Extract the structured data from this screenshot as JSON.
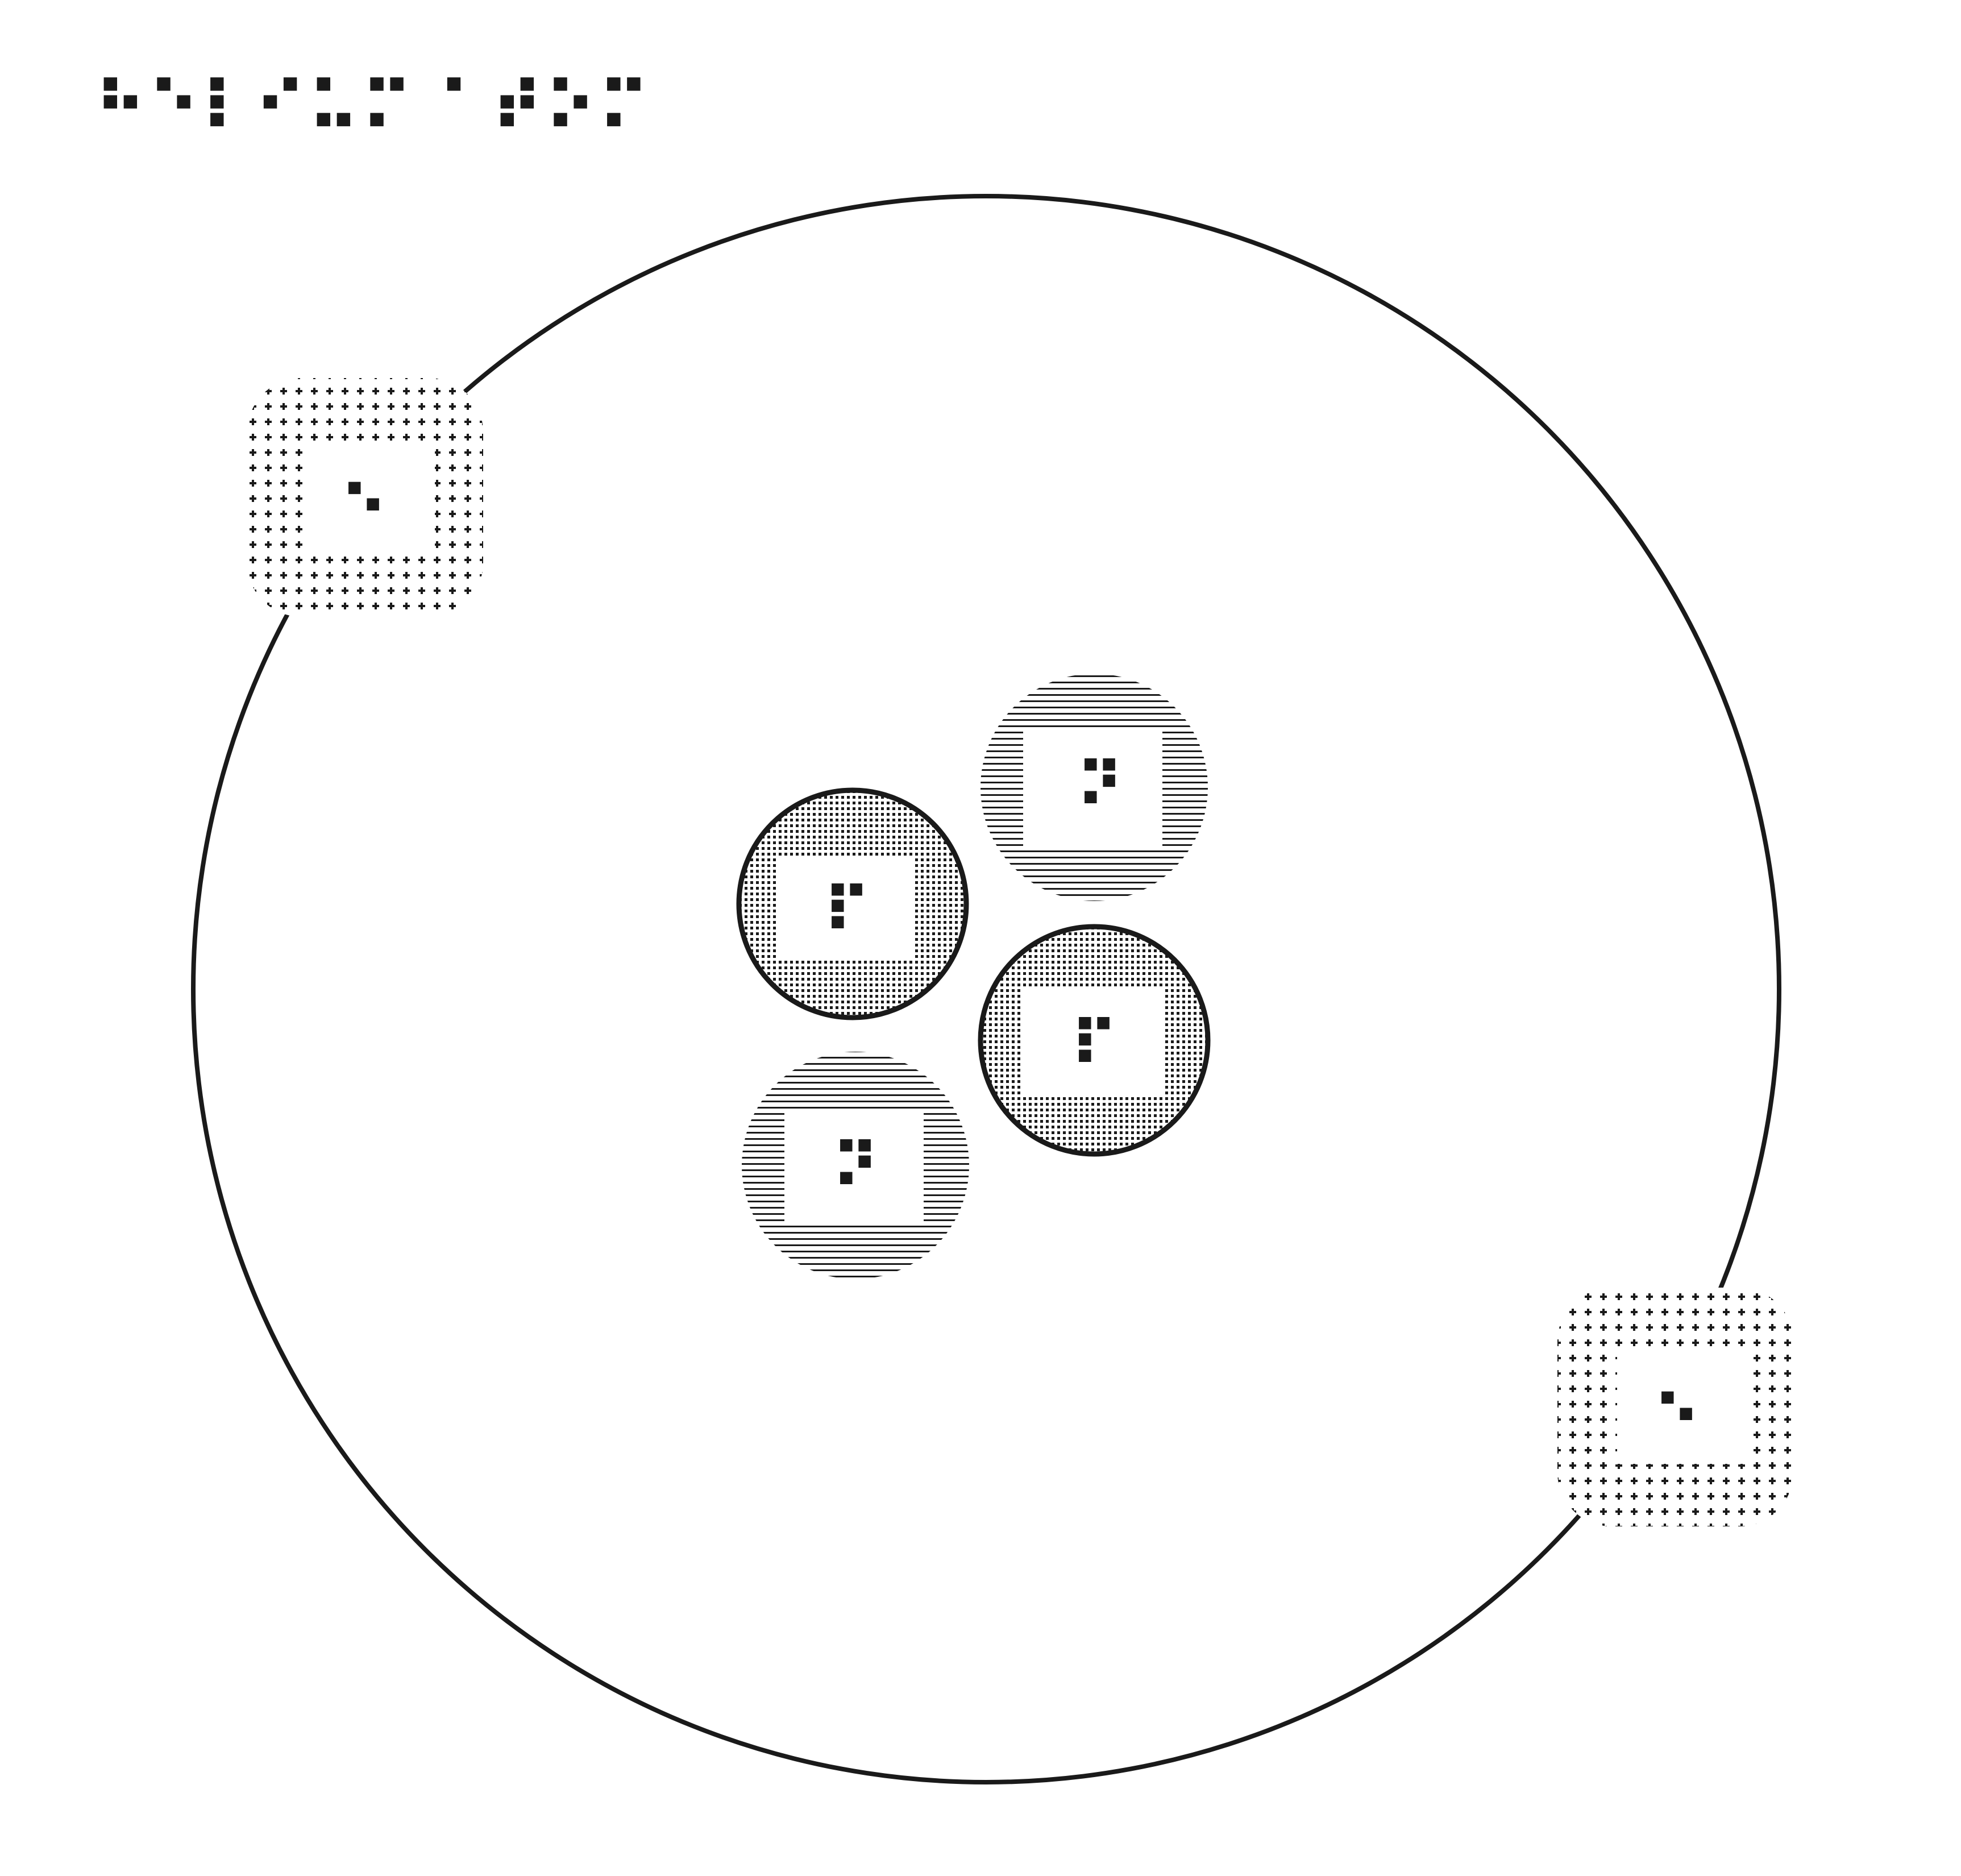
{
  "title": "⠓⠑⠇⠊⠥⠍ ⠁⠞⠕⠍",
  "nucleus": {
    "particles": [
      {
        "kind": "proton",
        "label": "⠏"
      },
      {
        "kind": "neutron",
        "label": "⠝"
      },
      {
        "kind": "proton",
        "label": "⠏"
      },
      {
        "kind": "neutron",
        "label": "⠝"
      }
    ]
  },
  "electrons": [
    {
      "label": "⠢"
    },
    {
      "label": "⠢"
    }
  ],
  "colors": {
    "ink": "#1a1a1a",
    "background": "#ffffff"
  },
  "patterns": {
    "proton": "dense-dot-grid",
    "neutron": "horizontal-lines",
    "electron": "plus-grid"
  }
}
